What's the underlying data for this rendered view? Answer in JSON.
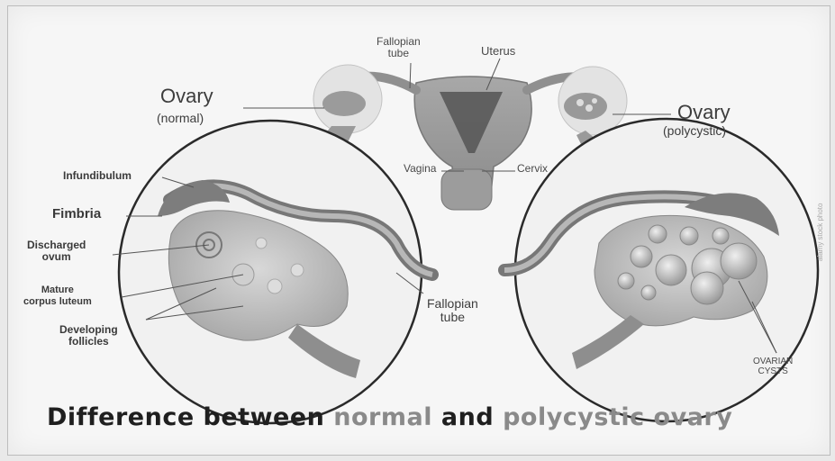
{
  "labels": {
    "fallopian_tube_top": "Fallopian\ntube",
    "uterus": "Uterus",
    "ovary_normal": "Ovary",
    "ovary_normal_sub": "(normal)",
    "ovary_poly": "Ovary",
    "ovary_poly_sub": "(polycystic)",
    "vagina": "Vagina",
    "cervix": "Cervix",
    "infundibulum": "Infundibulum",
    "fimbria": "Fimbria",
    "discharged_ovum": "Discharged\novum",
    "mature_corpus_luteum": "Mature\ncorpus luteum",
    "developing_follicles": "Developing\nfollicles",
    "fallopian_tube_mid": "Fallopian\ntube",
    "ovarian_cysts": "OVARIAN\nCYSTS"
  },
  "caption": {
    "part1": "Difference between ",
    "part2": "normal",
    "part3": " and ",
    "part4": "polycystic ovary"
  },
  "watermark": "alamy stock photo"
}
